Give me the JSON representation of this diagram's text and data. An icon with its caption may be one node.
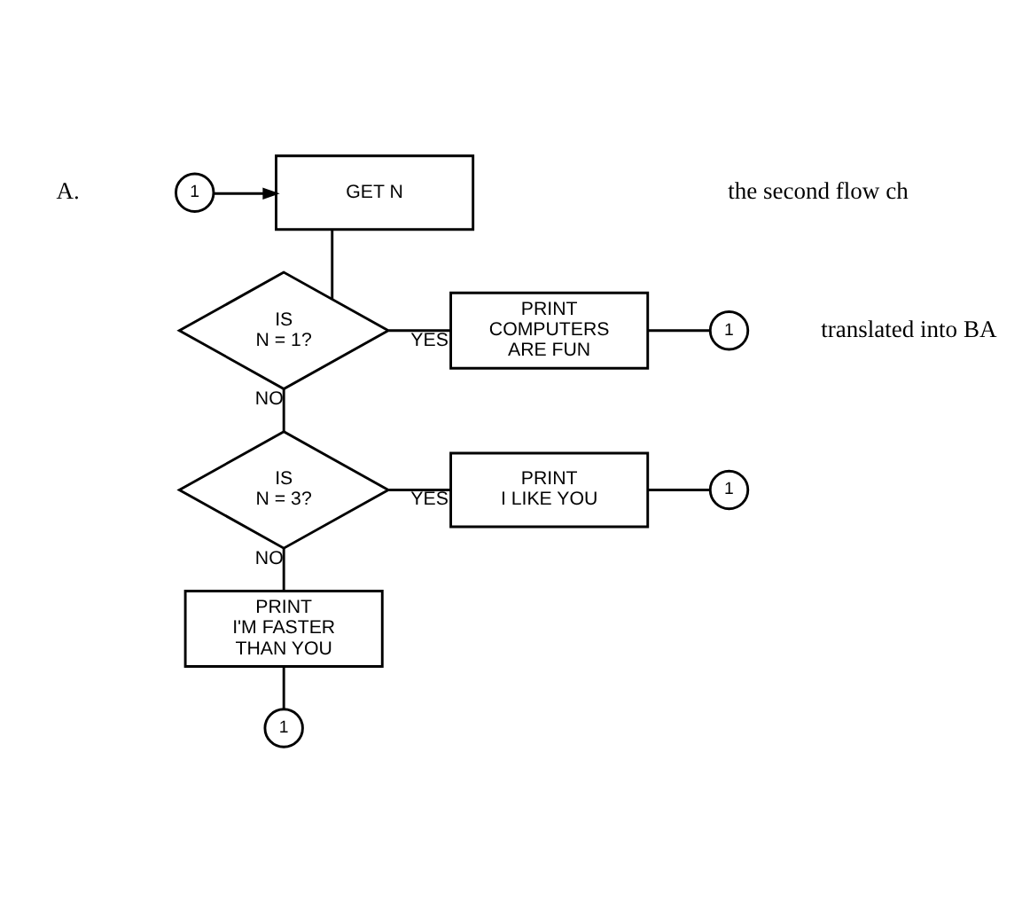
{
  "diagram": {
    "nodes": [
      {
        "text": [
          "1"
        ]
      },
      {
        "text": [
          "GET N"
        ]
      },
      {
        "text": [
          "IS N = 1?"
        ]
      },
      {
        "text": [
          "PRINT COMPUTERS ARE FUN"
        ]
      },
      {
        "text": [
          "1"
        ]
      },
      {
        "text": [
          "IS N = 3?"
        ]
      },
      {
        "text": [
          "PRINT I LIKE YOU"
        ]
      },
      {
        "text": [
          "1"
        ]
      },
      {
        "text": [
          "PRINT I'M FASTER THAN YOU"
        ]
      },
      {
        "text": [
          "1"
        ]
      }
    ],
    "edges": [
      {
        "from": 0,
        "to": 1,
        "arrow": "to"
      },
      {
        "from": 1,
        "to": 2,
        "arrow": "none"
      },
      {
        "from": 2,
        "to": 3,
        "arrow": "none",
        "label": "YES"
      },
      {
        "from": 3,
        "to": 4,
        "arrow": "none"
      },
      {
        "from": 2,
        "to": 5,
        "arrow": "none",
        "label": "NO"
      },
      {
        "from": 5,
        "to": 6,
        "arrow": "none",
        "label": "YES"
      },
      {
        "from": 6,
        "to": 7,
        "arrow": "none"
      },
      {
        "from": 5,
        "to": 8,
        "arrow": "none",
        "label": "NO"
      },
      {
        "from": 8,
        "to": 9,
        "arrow": "none"
      }
    ],
    "labels": [
      "A.",
      "the second flow ch",
      "translated into BA"
    ]
  }
}
